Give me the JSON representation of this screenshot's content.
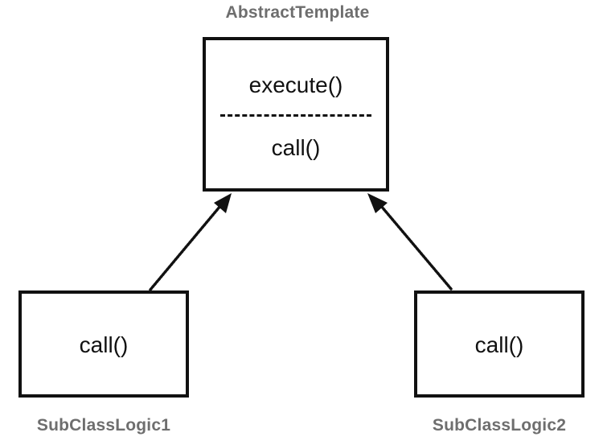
{
  "diagram": {
    "abstract": {
      "name": "AbstractTemplate",
      "methods": [
        "execute()",
        "call()"
      ]
    },
    "subclasses": [
      {
        "name": "SubClassLogic1",
        "method": "call()"
      },
      {
        "name": "SubClassLogic2",
        "method": "call()"
      }
    ],
    "relations": [
      {
        "from": "SubClassLogic1",
        "to": "AbstractTemplate",
        "type": "inheritance"
      },
      {
        "from": "SubClassLogic2",
        "to": "AbstractTemplate",
        "type": "inheritance"
      }
    ],
    "colors": {
      "stroke": "#111111",
      "label": "#6e6e6e",
      "background": "#ffffff"
    }
  }
}
